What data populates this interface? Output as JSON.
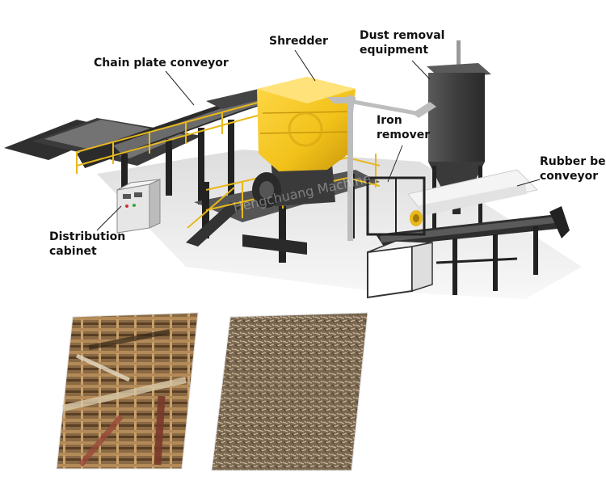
{
  "labels": {
    "chain_plate_conveyor": "Chain plate conveyor",
    "shredder": "Shredder",
    "dust_removal_line1": "Dust removal",
    "dust_removal_line2": "equipment",
    "iron_remover_line1": "Iron",
    "iron_remover_line2": "remover",
    "rubber_belt_line1": "Rubber belt",
    "rubber_belt_line2": "conveyor",
    "distribution_line1": "Distribution",
    "distribution_line2": "cabinet"
  },
  "watermark": "Hengchuang Machine",
  "colors": {
    "shredder_yellow": "#f2c21a",
    "frame_dark": "#2b2b2b",
    "railing_yellow": "#e8b81c",
    "belt_dark": "#3a3a3a",
    "dust_tower": "#4a4a4a",
    "cabinet_gray": "#dcdcdc"
  },
  "photos": [
    {
      "name": "wooden-pallets-photo"
    },
    {
      "name": "wood-chips-photo"
    }
  ]
}
